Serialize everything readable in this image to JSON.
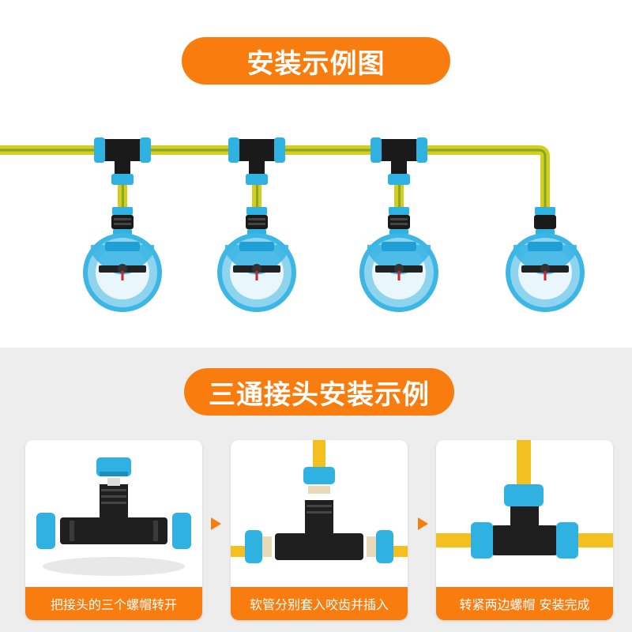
{
  "colors": {
    "accent": "#f97c0e",
    "sprinkler_blue": "#2fb1e2",
    "pipe_yellow": "#f4c020",
    "hose_yellow_green": "#c9d22c"
  },
  "installation": {
    "title": "安装示例图"
  },
  "tee_section": {
    "title": "三通接头安装示例",
    "steps": [
      {
        "caption": "把接头的三个螺帽转开"
      },
      {
        "caption": "软管分别套入咬齿并插入"
      },
      {
        "caption": "转紧两边螺帽 安装完成"
      }
    ]
  }
}
